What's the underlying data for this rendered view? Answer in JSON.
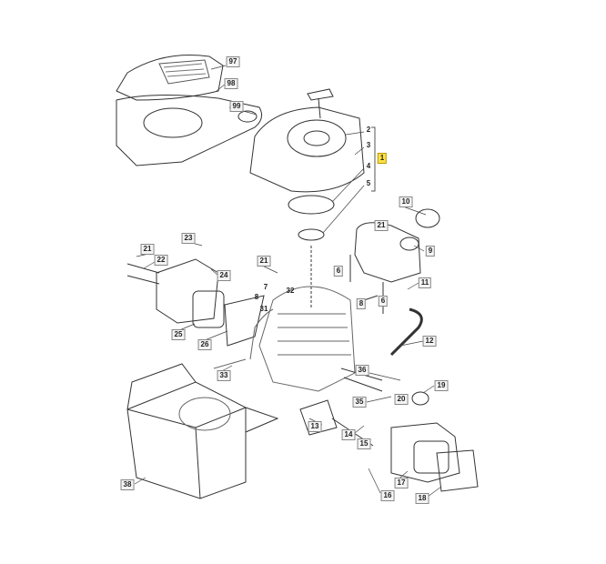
{
  "diagram": {
    "title": "Engine exploded parts view",
    "highlight_color": "#ffe24a",
    "callouts": [
      {
        "id": "97",
        "label": "97"
      },
      {
        "id": "98",
        "label": "98"
      },
      {
        "id": "99",
        "label": "99"
      },
      {
        "id": "2",
        "label": "2"
      },
      {
        "id": "3",
        "label": "3"
      },
      {
        "id": "1",
        "label": "1"
      },
      {
        "id": "4",
        "label": "4"
      },
      {
        "id": "5",
        "label": "5"
      },
      {
        "id": "10",
        "label": "10"
      },
      {
        "id": "21a",
        "label": "21"
      },
      {
        "id": "9",
        "label": "9"
      },
      {
        "id": "11",
        "label": "11"
      },
      {
        "id": "12",
        "label": "12"
      },
      {
        "id": "6a",
        "label": "6"
      },
      {
        "id": "8a",
        "label": "8"
      },
      {
        "id": "6b",
        "label": "6"
      },
      {
        "id": "23",
        "label": "23"
      },
      {
        "id": "21b",
        "label": "21"
      },
      {
        "id": "22",
        "label": "22"
      },
      {
        "id": "24",
        "label": "24"
      },
      {
        "id": "21c",
        "label": "21"
      },
      {
        "id": "7",
        "label": "7"
      },
      {
        "id": "32",
        "label": "32"
      },
      {
        "id": "8b",
        "label": "8"
      },
      {
        "id": "31",
        "label": "31"
      },
      {
        "id": "25",
        "label": "25"
      },
      {
        "id": "26",
        "label": "26"
      },
      {
        "id": "33",
        "label": "33"
      },
      {
        "id": "36",
        "label": "36"
      },
      {
        "id": "35",
        "label": "35"
      },
      {
        "id": "20",
        "label": "20"
      },
      {
        "id": "19",
        "label": "19"
      },
      {
        "id": "13",
        "label": "13"
      },
      {
        "id": "14",
        "label": "14"
      },
      {
        "id": "15",
        "label": "15"
      },
      {
        "id": "17",
        "label": "17"
      },
      {
        "id": "16",
        "label": "16"
      },
      {
        "id": "18",
        "label": "18"
      },
      {
        "id": "38",
        "label": "38"
      }
    ]
  }
}
